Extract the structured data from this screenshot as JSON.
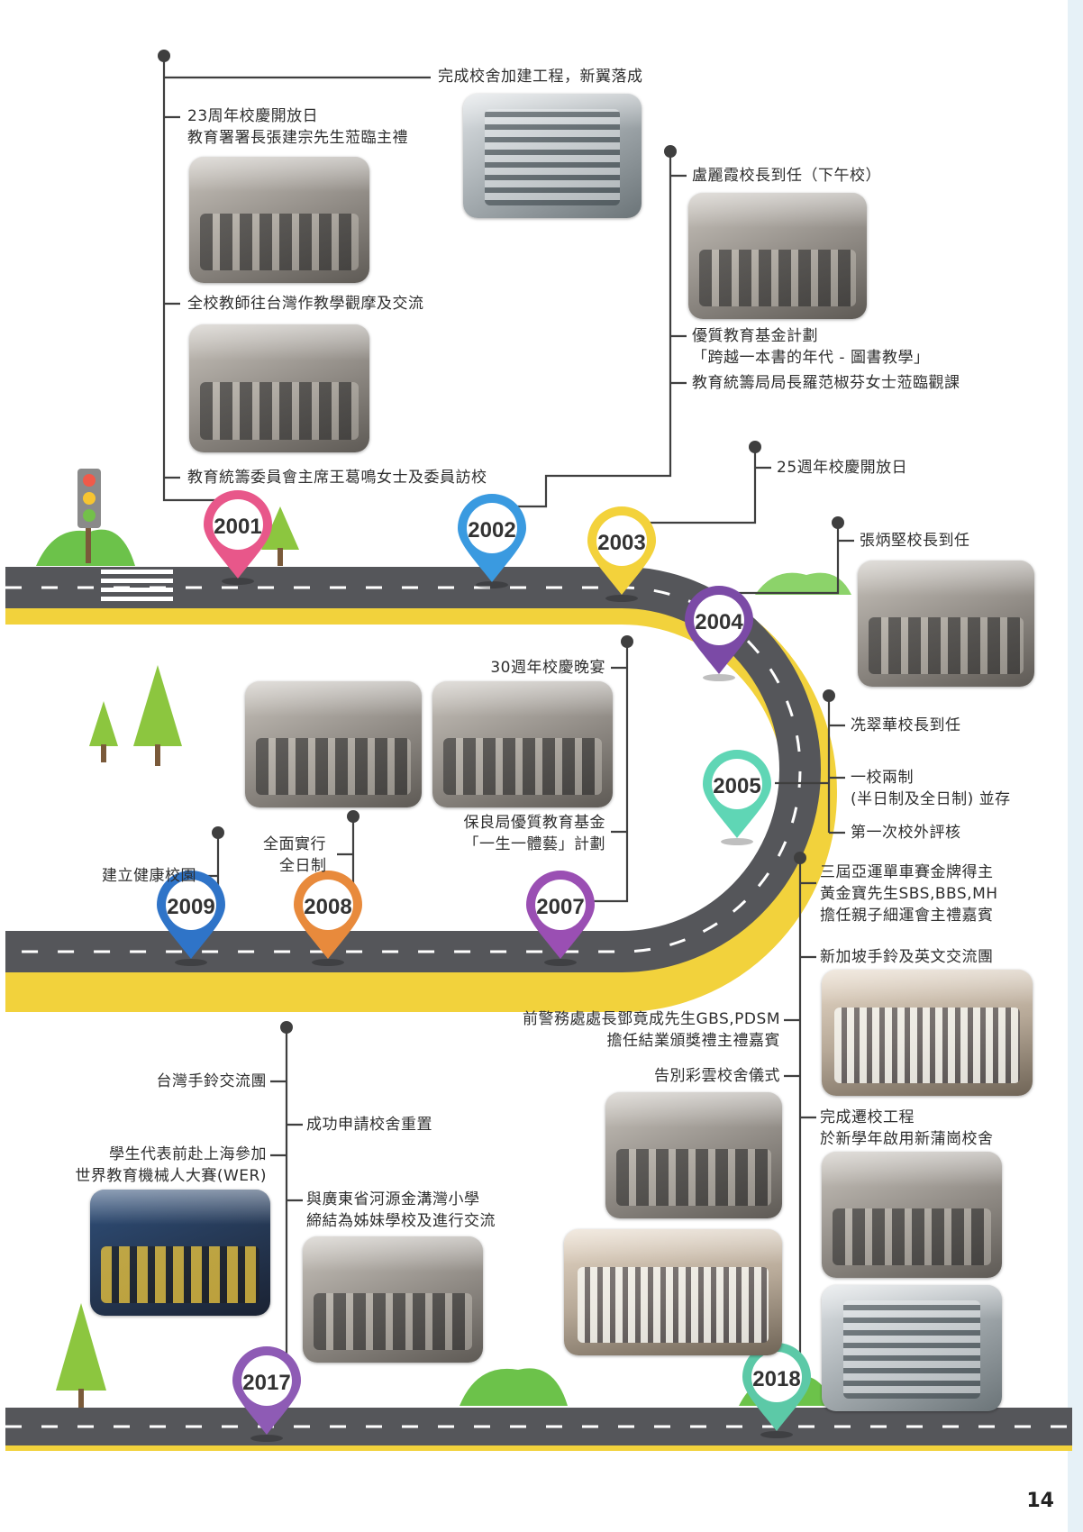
{
  "page_number": "14",
  "years": {
    "y2001": "2001",
    "y2002": "2002",
    "y2003": "2003",
    "y2004": "2004",
    "y2005": "2005",
    "y2007": "2007",
    "y2008": "2008",
    "y2009": "2009",
    "y2017": "2017",
    "y2018": "2018"
  },
  "events": {
    "e2001_extension": "完成校舍加建工程，新翼落成",
    "e2001_anniv23_l1": "23周年校慶開放日",
    "e2001_anniv23_l2": "教育署署長張建宗先生蒞臨主禮",
    "e2001_taiwan": "全校教師往台灣作教學觀摩及交流",
    "e2001_visit": "教育統籌委員會主席王葛鳴女士及委員訪校",
    "e2002_principal": "盧麗霞校長到任（下午校）",
    "e2002_qef_l1": "優質教育基金計劃",
    "e2002_qef_l2": "「跨越一本書的年代 - 圖書教學」",
    "e2002_observe": "教育統籌局局長羅范椒芬女士蒞臨觀課",
    "e2003_anniv25": "25週年校慶開放日",
    "e2004_principal": "張炳堅校長到任",
    "e2005_principal": "冼翠華校長到任",
    "e2005_two_l1": "一校兩制",
    "e2005_two_l2": "(半日制及全日制) 並存",
    "e2005_review": "第一次校外評核",
    "e2007_dinner": "30週年校慶晚宴",
    "e2007_qef_l1": "保良局優質教育基金",
    "e2007_qef_l2": "「一生一體藝」計劃",
    "e2008_l1": "全面實行",
    "e2008_l2": "全日制",
    "e2009": "建立健康校園",
    "e2017_taiwan": "台灣手鈴交流團",
    "e2017_reprov": "成功申請校舍重置",
    "e2017_wer_l1": "學生代表前赴上海參加",
    "e2017_wer_l2": "世界教育機械人大賽(WER)",
    "e2017_sister_l1": "與廣東省河源金溝灣小學",
    "e2017_sister_l2": "締結為姊妹學校及進行交流",
    "e2018_guest_l1": "三屆亞運單車賽金牌得主",
    "e2018_guest_l2": "黃金寶先生SBS,BBS,MH",
    "e2018_guest_l3": "擔任親子細運會主禮嘉賓",
    "e2018_singapore": "新加坡手鈴及英文交流團",
    "e2018_police_l1": "前警務處處長鄧竟成先生GBS,PDSM",
    "e2018_police_l2": "擔任結業頒獎禮主禮嘉賓",
    "e2018_farewell": "告別彩雲校舍儀式",
    "e2018_move_l1": "完成遷校工程",
    "e2018_move_l2": "於新學年啟用新蒲崗校舍"
  },
  "colors": {
    "road": "#55565a",
    "road_edge": "#f2d23c",
    "pin_2001": "#e8578a",
    "pin_2002": "#3a9ae0",
    "pin_2003": "#f3d23b",
    "pin_2004": "#7b4aa6",
    "pin_2005": "#5fd6b5",
    "pin_2007": "#9a4fb3",
    "pin_2008": "#e88a3c",
    "pin_2009": "#2f74c8",
    "pin_2017": "#8e5bb5",
    "pin_2018": "#5cc9a7",
    "tree": "#8cc63f",
    "bush": "#6cc24a"
  }
}
